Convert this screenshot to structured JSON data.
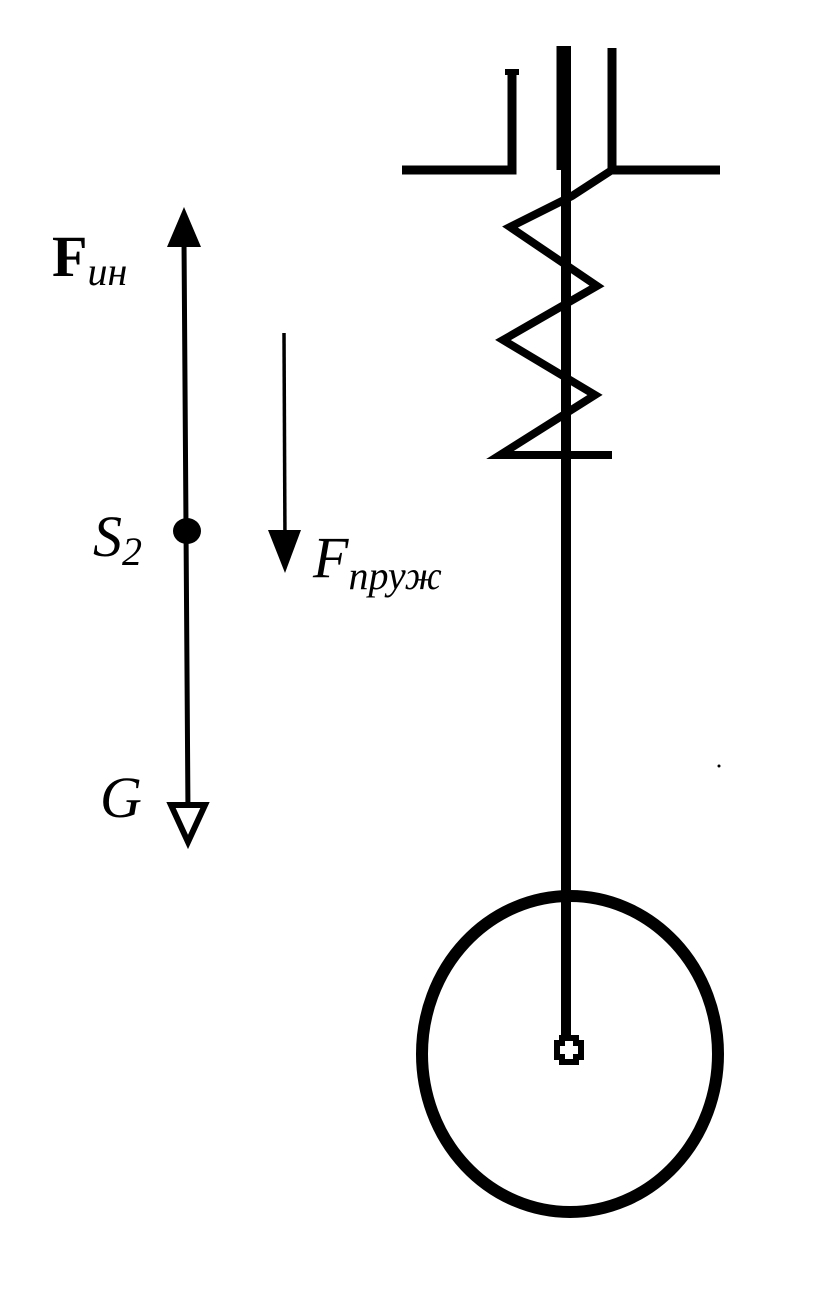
{
  "labels": {
    "f_in_main": "F",
    "f_in_sub": "ин",
    "s2_main": "S",
    "s2_sub": "2",
    "f_spring_main": "F",
    "f_spring_sub": "пруж",
    "g": "G"
  },
  "colors": {
    "ink": "#000000",
    "background": "#ffffff"
  }
}
